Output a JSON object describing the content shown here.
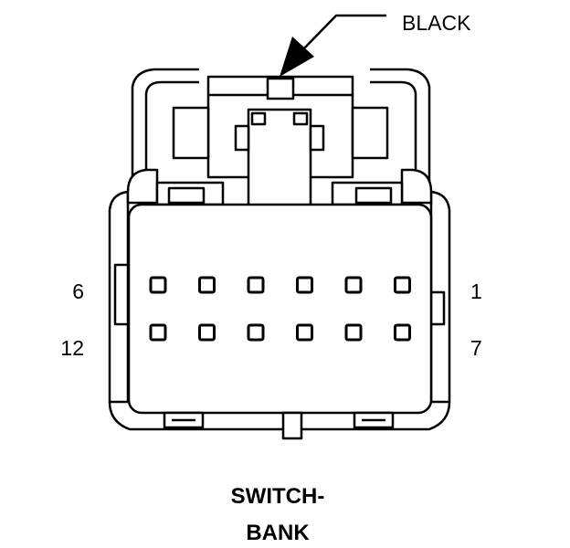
{
  "connector": {
    "color_callout": "BLACK",
    "name_line1": "SWITCH-",
    "name_line2": "BANK"
  },
  "pin_labels": {
    "top_left": "6",
    "bottom_left": "12",
    "top_right": "1",
    "bottom_right": "7"
  },
  "cavities": {
    "rows": 2,
    "columns": 6,
    "total": 12
  }
}
